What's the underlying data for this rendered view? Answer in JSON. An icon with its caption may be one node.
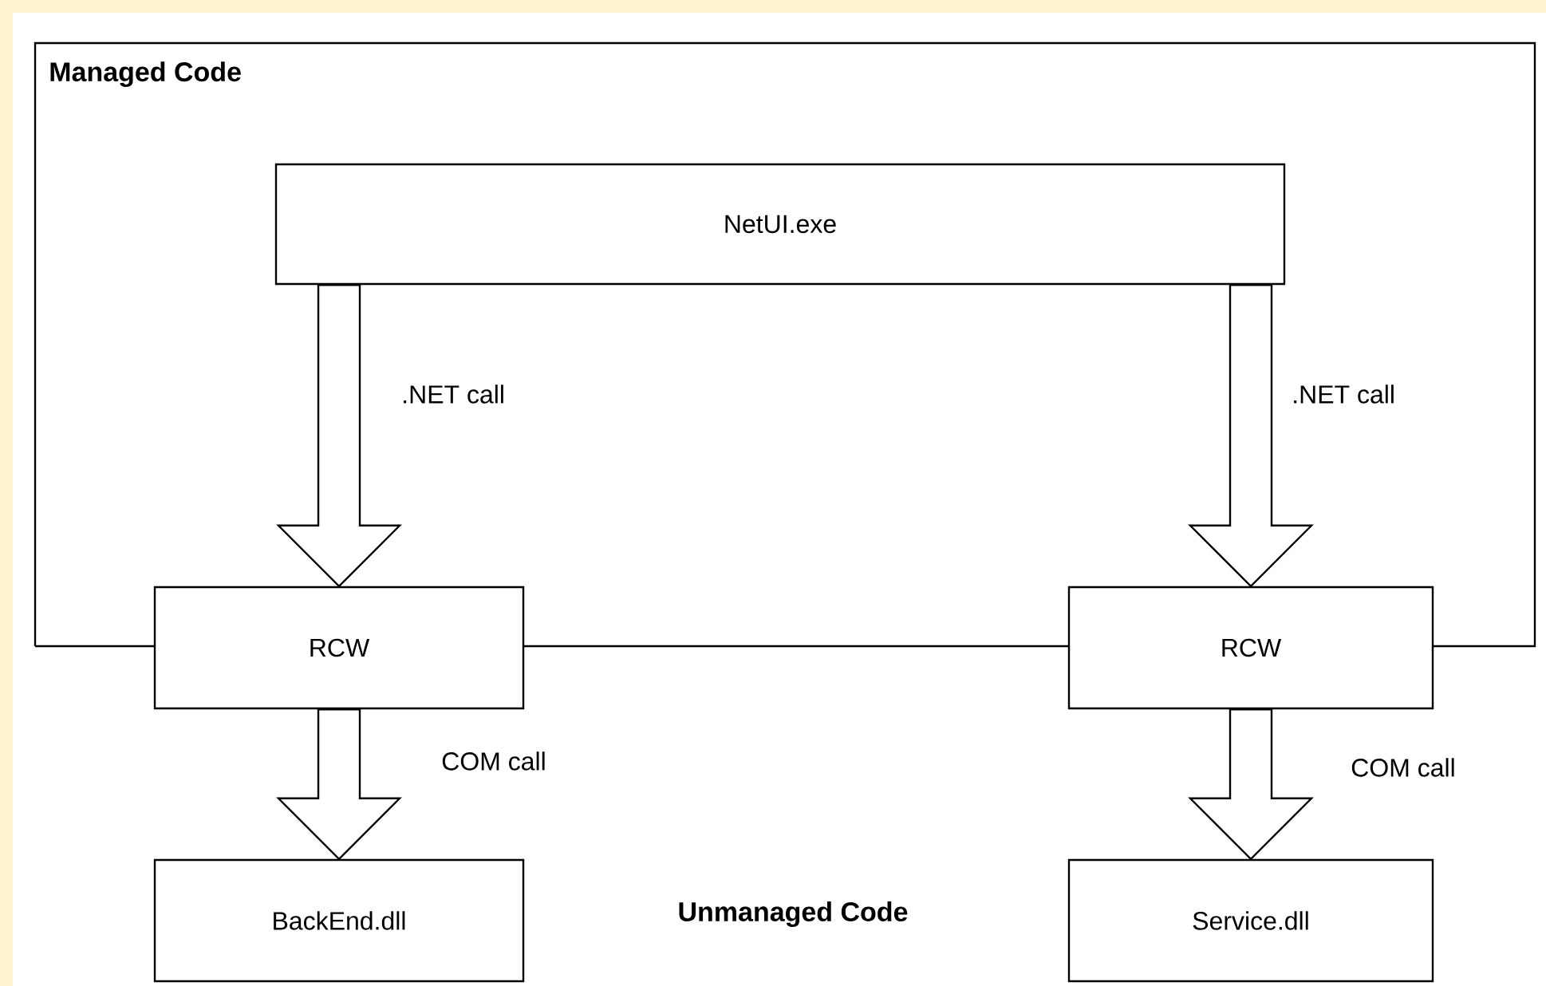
{
  "diagram": {
    "nodes": [
      {
        "text": [
          "Managed Code"
        ]
      },
      {
        "text": [
          "NetUI.exe"
        ],
        "in": 0
      },
      {
        "text": [
          "RCW"
        ]
      },
      {
        "text": [
          "RCW"
        ]
      },
      {
        "text": [
          "BackEnd.dll"
        ]
      },
      {
        "text": [
          "Service.dll"
        ]
      }
    ],
    "edges": [
      {
        "from": 1,
        "to": 2,
        "arrow": "to",
        "label": ".NET call"
      },
      {
        "from": 1,
        "to": 3,
        "arrow": "to",
        "label": ".NET call"
      },
      {
        "from": 2,
        "to": 4,
        "arrow": "to",
        "label": "COM call"
      },
      {
        "from": 3,
        "to": 5,
        "arrow": "to",
        "label": "COM call"
      }
    ],
    "labels": [
      "Unmanaged Code"
    ]
  }
}
